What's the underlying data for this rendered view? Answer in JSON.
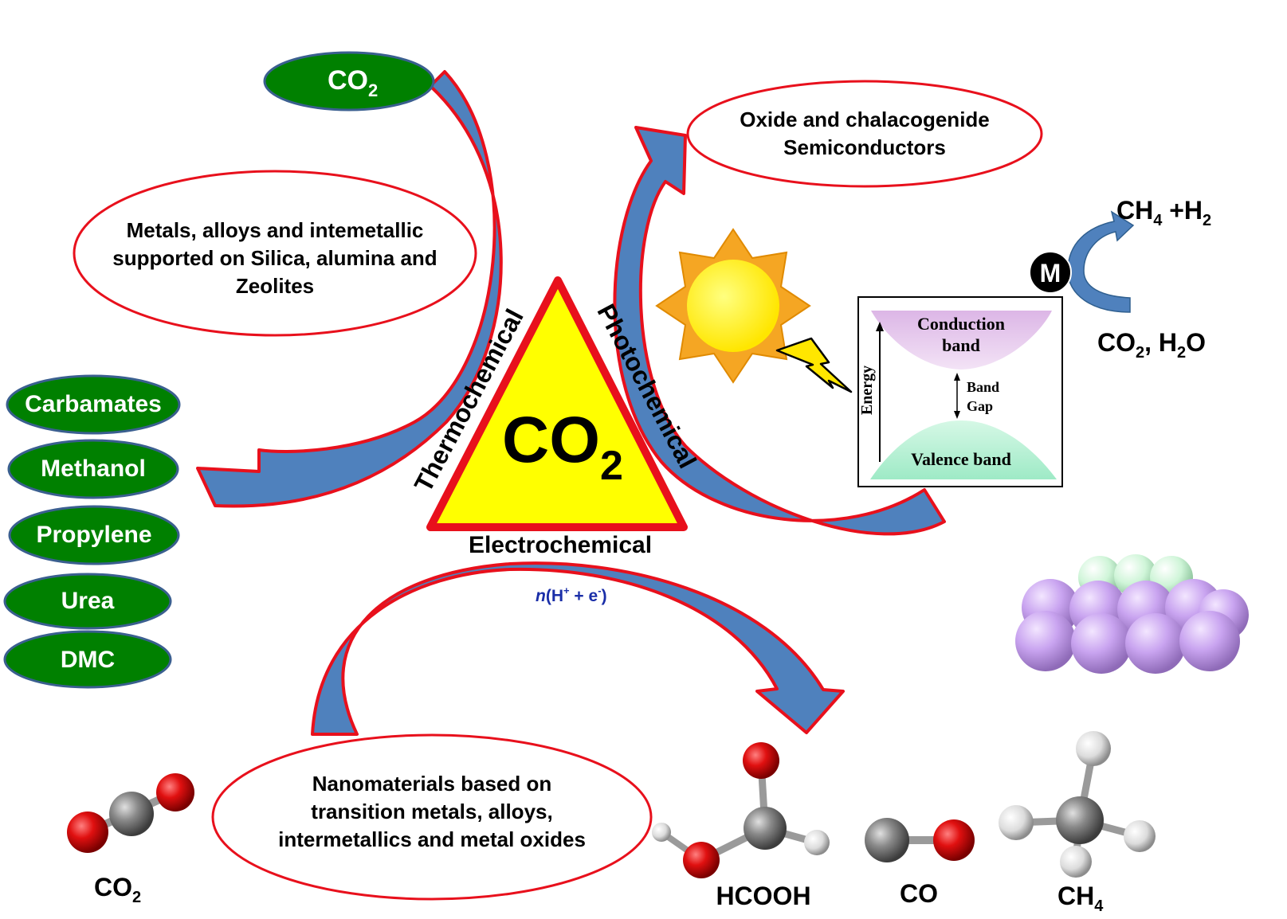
{
  "center": {
    "formula": "CO",
    "subscript": "2"
  },
  "routes": {
    "thermochemical": "Thermochemical",
    "photochemical": "Photochemical",
    "electrochemical": "Electrochemical"
  },
  "thermo": {
    "input": {
      "formula": "CO",
      "subscript": "2"
    },
    "catalyst": [
      "Metals, alloys and intemetallic",
      "supported on Silica, alumina and",
      "Zeolites"
    ],
    "products": [
      "Carbamates",
      "Methanol",
      "Propylene",
      "Urea",
      "DMC"
    ]
  },
  "photo": {
    "catalyst": [
      "Oxide and chalacogenide",
      "Semiconductors"
    ],
    "band": {
      "conduction": [
        "Conduction",
        "band"
      ],
      "valence": "Valence band",
      "gap": [
        "Band",
        "Gap"
      ],
      "energy": "Energy"
    },
    "metal": "M",
    "product": {
      "a": "CH",
      "a_sub": "4",
      "b": " +H",
      "b_sub": "2"
    },
    "reactant": {
      "a": "CO",
      "a_sub": "2",
      "b": ", H",
      "b_sub": "2",
      "c": "O"
    }
  },
  "electro": {
    "reagent": {
      "n": "n",
      "open": "(H",
      "sup1": "+",
      "mid": " + e",
      "sup2": "-",
      "close": ")"
    },
    "catalyst": [
      "Nanomaterials based on",
      "transition metals, alloys,",
      "intermetallics and metal oxides"
    ],
    "molecules": [
      {
        "label": "CO",
        "sub": "2"
      },
      {
        "label": "HCOOH",
        "sub": ""
      },
      {
        "label": "CO",
        "sub": ""
      },
      {
        "label": "CH",
        "sub": "4"
      }
    ]
  },
  "colors": {
    "arrow_blue": "#4f81bd",
    "arrow_dark": "#3a5f8f",
    "outline_red": "#e8101c",
    "pill_green": "#008000",
    "triangle_yellow": "#ffff00",
    "oxygen_red": "#e01010",
    "carbon_gray": "#8a8a8a",
    "sun_orange": "#f5a623",
    "conduction_purple": "#e6c8ea",
    "valence_green": "#bff3da",
    "atom_purple": "#c9a4f0",
    "atom_mint": "#cff5d8"
  },
  "icons": [
    "sun-icon",
    "lightning-icon",
    "metal-surface-icon"
  ]
}
